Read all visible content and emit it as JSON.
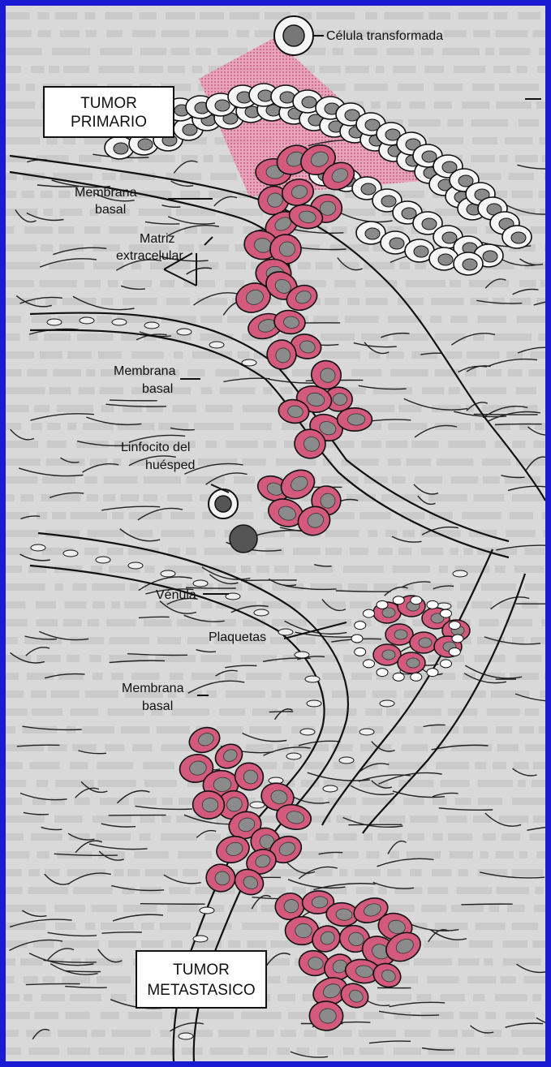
{
  "labels": {
    "transformed_cell": "Célula transformada",
    "primary_tumor": [
      "TUMOR",
      "PRIMARIO"
    ],
    "basal_membrane_1": [
      "Membrana",
      "basal"
    ],
    "extracellular_matrix": [
      "Matriz",
      "extracelular"
    ],
    "basal_membrane_2": [
      "Membrana",
      "basal"
    ],
    "host_lymphocyte": [
      "Linfocito del",
      "huésped"
    ],
    "venule": "Vénula",
    "platelets": "Plaquetas",
    "basal_membrane_3": [
      "Membrana",
      "basal"
    ],
    "metastatic_tumor": [
      "TUMOR",
      "METASTASICO"
    ]
  },
  "colors": {
    "frame": "#1a1ad2",
    "background": "#d9d9d9",
    "tumor_cell": "#d35a7c",
    "normal_cell": "#f5f5f5",
    "nucleus": "#8a8a8a",
    "pink_wedge": "#e08aa6"
  }
}
